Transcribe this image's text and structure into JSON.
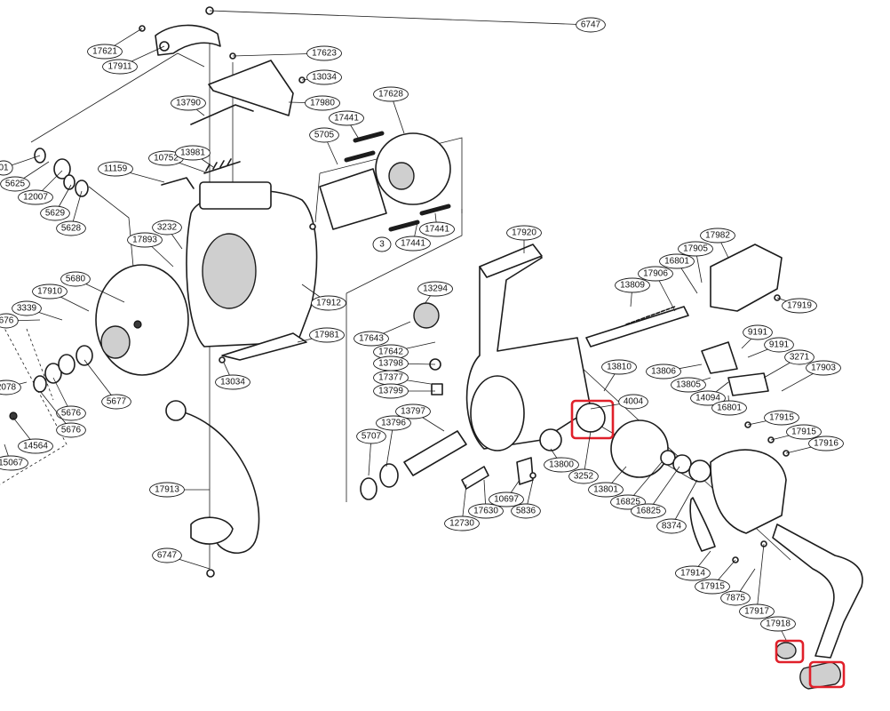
{
  "highlight_color": "#e0202a",
  "callouts": [
    "6747",
    "17621",
    "17911",
    "17623",
    "13034",
    "17980",
    "13790",
    "17441",
    "17628",
    "10752",
    "13981",
    "5705",
    "11159",
    "01",
    "5625",
    "12007",
    "5629",
    "5628",
    "3232",
    "17893",
    "5680",
    "17910",
    "676",
    "3339",
    "2078",
    "14564",
    "15067",
    "5677",
    "5676",
    "5676",
    "17913",
    "6747",
    "13034",
    "17912",
    "17981",
    "17920",
    "13294",
    "17643",
    "17642",
    "13798",
    "17377",
    "13799",
    "13797",
    "5707",
    "13796",
    "12730",
    "17630",
    "10697",
    "5836",
    "13800",
    "3252",
    "13801",
    "16825",
    "16825",
    "8374",
    "13810",
    "4004",
    "13809",
    "17906",
    "16801",
    "17905",
    "17982",
    "17919",
    "9191",
    "9191",
    "13806",
    "13805",
    "14094",
    "3271",
    "17903",
    "16801",
    "17915",
    "17915",
    "17916",
    "17914",
    "17915",
    "7875",
    "17917",
    "17918",
    "17441",
    "17441",
    "3"
  ],
  "highlighted_parts": [
    "4004-area gear",
    "handle knob cap",
    "handle knob"
  ]
}
